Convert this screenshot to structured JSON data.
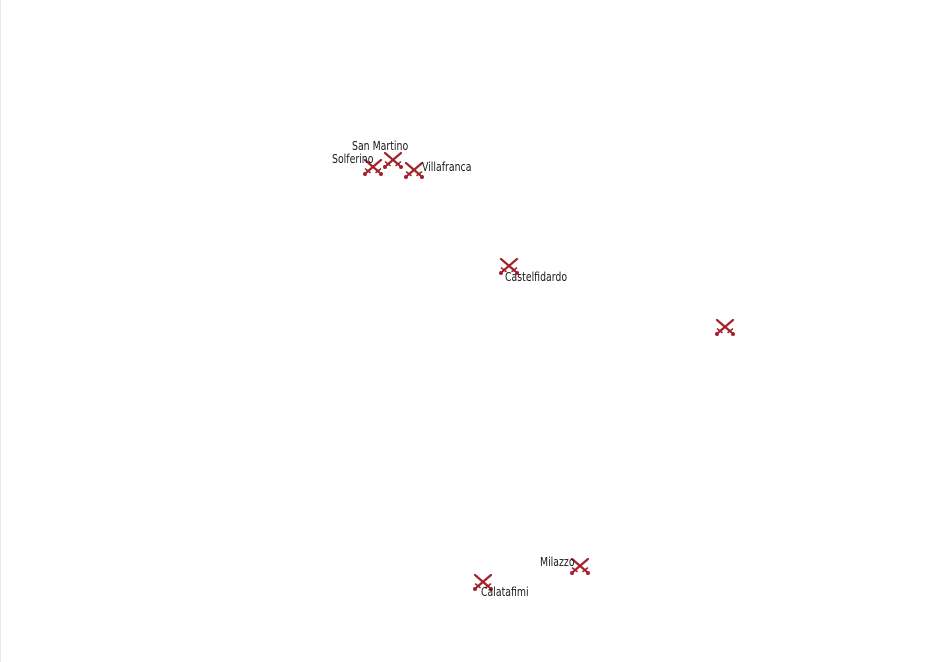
{
  "map": {
    "marker_icon": "crossed-swords-icon",
    "marker_color": "#a3212b",
    "battles": [
      {
        "id": "solferino",
        "name": "Solferino"
      },
      {
        "id": "san-martino",
        "name": "San  Martino"
      },
      {
        "id": "villafranca",
        "name": "Villafranca"
      },
      {
        "id": "castelfidardo",
        "name": "Castelfidardo"
      },
      {
        "id": "unnamed",
        "name": ""
      },
      {
        "id": "milazzo",
        "name": "Milazzo"
      },
      {
        "id": "calatafimi",
        "name": "Calatafimi"
      }
    ]
  }
}
